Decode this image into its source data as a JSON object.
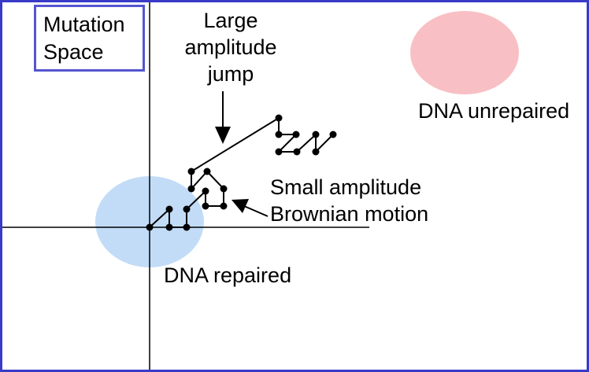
{
  "title": {
    "line1": "Mutation",
    "line2": "Space"
  },
  "labels": {
    "large_jump": {
      "line1": "Large",
      "line2": "amplitude",
      "line3": "jump"
    },
    "small_motion": {
      "line1": "Small amplitude",
      "line2": "Brownian motion"
    },
    "dna_unrepaired": "DNA unrepaired",
    "dna_repaired": "DNA repaired"
  },
  "colors": {
    "border": "#3a3ac8",
    "repaired_region": "#c2dcf8",
    "unrepaired_region": "#f8c0c4",
    "path": "#000000"
  }
}
